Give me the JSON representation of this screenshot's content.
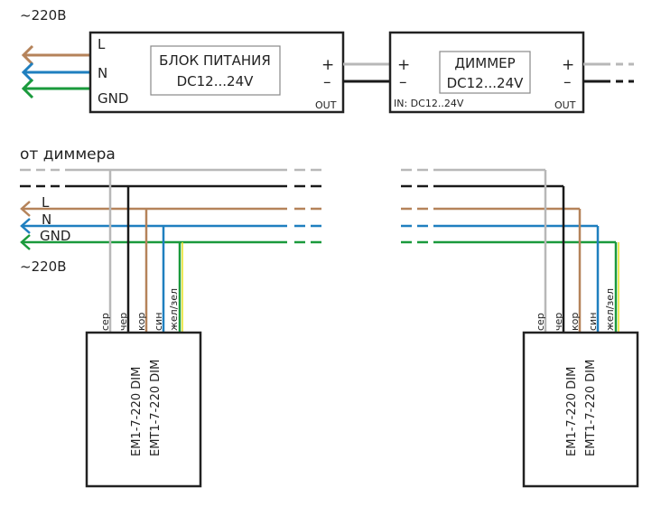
{
  "colors": {
    "brown": "#b5835a",
    "blue": "#1f7fbf",
    "green": "#1a9a3c",
    "gray": "#b8b8b8",
    "black": "#1a1a1a",
    "yellow": "#e6e020"
  },
  "top": {
    "mains_label": "~220В",
    "psu": {
      "name": "БЛОК ПИТАНИЯ",
      "voltage": "DC12...24V",
      "terminal_l": "L",
      "terminal_n": "N",
      "terminal_gnd": "GND",
      "plus": "+",
      "minus": "–",
      "out": "OUT"
    },
    "dimmer": {
      "name": "ДИММЕР",
      "voltage": "DC12...24V",
      "in_plus": "+",
      "in_minus": "–",
      "in_label": "IN: DC12..24V",
      "out_plus": "+",
      "out_minus": "–",
      "out": "OUT"
    }
  },
  "bottom": {
    "from_dimmer": "от диммера",
    "bus_l": "L",
    "bus_n": "N",
    "bus_gnd": "GND",
    "mains_label": "~220В",
    "wires": [
      "сер",
      "чер",
      "кор",
      "син",
      "жел/зел"
    ],
    "device": {
      "line1": "EM1-7-220 DIM",
      "line2": "EMT1-7-220 DIM"
    }
  }
}
